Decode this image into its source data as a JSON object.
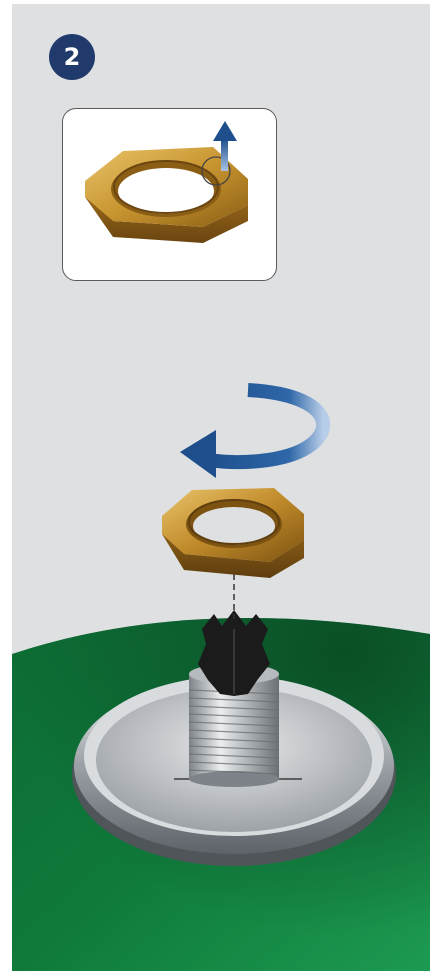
{
  "step": {
    "number": "2"
  },
  "colors": {
    "background": "#dfe0e2",
    "badge": "#1f3a6b",
    "arrow": "#1e4f8c",
    "brass": "#b9862a",
    "tank_green": "#0f7a3a",
    "flange_steel": "#c8cccf"
  },
  "icons": {
    "detail_nut": "hex-nut-icon",
    "lift_arrow": "arrow-up-icon",
    "rotate_arrow": "counterclockwise-arrow-icon",
    "nut": "hex-lock-nut",
    "fitting": "threaded-fitting",
    "tank": "green-tank"
  }
}
